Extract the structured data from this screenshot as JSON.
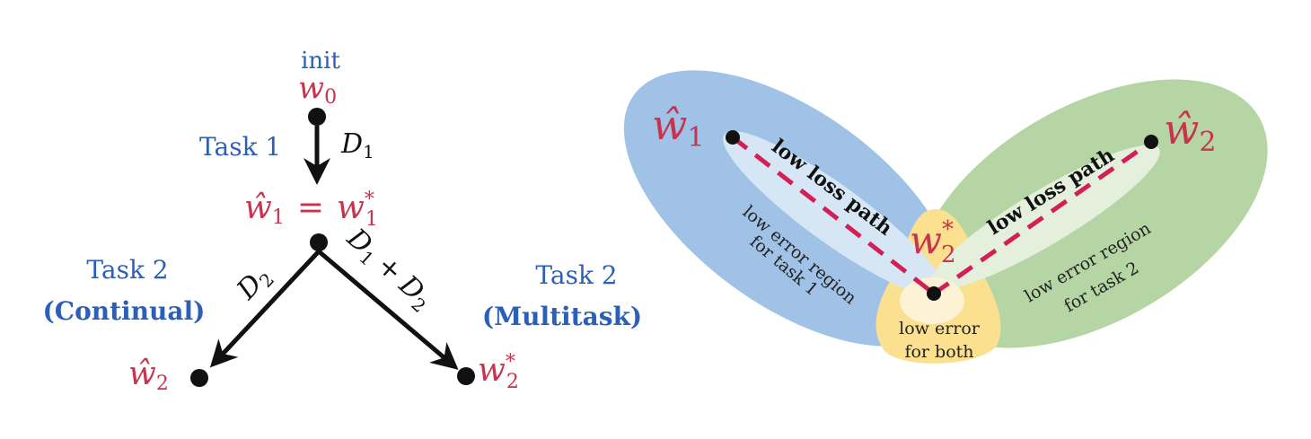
{
  "colors": {
    "label_blue": "#2b5fb8",
    "weight_red": "#c8334e",
    "path_pink": "#d21f55",
    "region_task1": "#9fc2e6",
    "region_task2": "#b5d6a4",
    "region_both": "#fbe08f"
  },
  "left": {
    "init_label": "init",
    "w0_base": "w",
    "w0_sub": "0",
    "task1_label": "Task 1",
    "d1_base": "D",
    "d1_sub": "1",
    "w1_hat_base": "ŵ",
    "w1_hat_sub": "1",
    "eq": "=",
    "w1_star_base": "w",
    "w1_star_sup": "*",
    "w1_star_sub": "1",
    "d2_base": "D",
    "d2_sub": "2",
    "d1d2_a": "D",
    "d1d2_a_sub": "1",
    "d1d2_plus": "+",
    "d1d2_b": "D",
    "d1d2_b_sub": "2",
    "task2_left_label": "Task 2",
    "continual_label": "(Continual)",
    "task2_right_label": "Task 2",
    "multitask_label": "(Multitask)",
    "w2_hat_base": "ŵ",
    "w2_hat_sub": "2",
    "w2_star_base": "w",
    "w2_star_sup": "*",
    "w2_star_sub": "2"
  },
  "right": {
    "w1_hat_base": "ŵ",
    "w1_hat_sub": "1",
    "w2_hat_base": "ŵ",
    "w2_hat_sub": "2",
    "w2_star_base": "w",
    "w2_star_sup": "*",
    "w2_star_sub": "2",
    "low_loss_path_1": "low loss path",
    "low_loss_path_2": "low loss path",
    "region1_line1": "low error region",
    "region1_line2": "for task 1",
    "region2_line1": "low error region",
    "region2_line2": "for task 2",
    "both_line1": "low error",
    "both_line2": "for both"
  }
}
